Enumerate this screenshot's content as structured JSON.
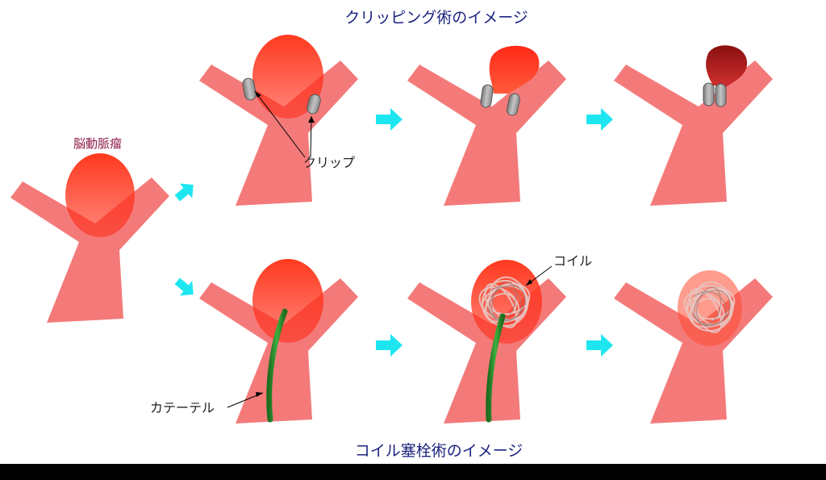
{
  "titles": {
    "clipping": "クリッピング術のイメージ",
    "coiling": "コイル塞栓術のイメージ"
  },
  "labels": {
    "aneurysm": "脳動脈瘤",
    "clip": "クリップ",
    "coil": "コイル",
    "catheter": "カテーテル"
  },
  "colors": {
    "title_text": "#1a237e",
    "aneurysm_label_text": "#8e1c4a",
    "label_text": "#222222",
    "vessel": "#f47a7a",
    "aneurysm_red": "#ff2a18",
    "aneurysm_dark": "#b01a1a",
    "clip": "#9e9e9e",
    "arrow": "#1ee6f0",
    "catheter": "#2e8b2e",
    "coil": "#e8c4c0"
  }
}
